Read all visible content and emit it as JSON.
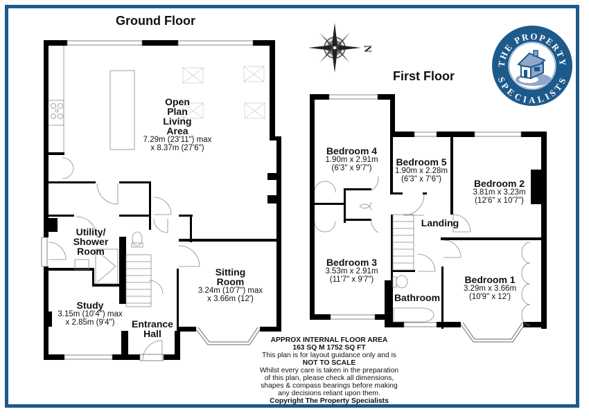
{
  "floors": {
    "ground": {
      "title": "Ground Floor",
      "rooms": [
        {
          "name_lines": [
            "Open",
            "Plan",
            "Living",
            "Area"
          ],
          "dims": [
            "7.29m (23'11\") max",
            "x 8.37m (27'6\")"
          ]
        },
        {
          "name_lines": [
            "Utility/",
            "Shower",
            "Room"
          ],
          "dims": []
        },
        {
          "name_lines": [
            "Sitting",
            "Room"
          ],
          "dims": [
            "3.24m (10'7\") max",
            "x 3.66m (12')"
          ]
        },
        {
          "name_lines": [
            "Study"
          ],
          "dims": [
            "3.15m (10'4\") max",
            "x 2.85m (9'4\")"
          ]
        },
        {
          "name_lines": [
            "Entrance",
            "Hall"
          ],
          "dims": []
        }
      ]
    },
    "first": {
      "title": "First Floor",
      "rooms": [
        {
          "name_lines": [
            "Bedroom 4"
          ],
          "dims": [
            "1.90m x 2.91m",
            "(6'3\" x 9'7\")"
          ]
        },
        {
          "name_lines": [
            "Bedroom 5"
          ],
          "dims": [
            "1.90m x 2.28m",
            "(6'3\" x 7'6\")"
          ]
        },
        {
          "name_lines": [
            "Bedroom 2"
          ],
          "dims": [
            "3.81m x 3.23m",
            "(12'6\" x 10'7\")"
          ]
        },
        {
          "name_lines": [
            "Landing"
          ],
          "dims": []
        },
        {
          "name_lines": [
            "Bedroom 3"
          ],
          "dims": [
            "3.53m x 2.91m",
            "(11'7\" x 9'7\")"
          ]
        },
        {
          "name_lines": [
            "Bathroom"
          ],
          "dims": []
        },
        {
          "name_lines": [
            "Bedroom 1"
          ],
          "dims": [
            "3.29m x 3.66m",
            "(10'9\" x 12')"
          ]
        }
      ]
    }
  },
  "compass": {
    "icon": "compass-rose-icon",
    "north_label": "N"
  },
  "logo": {
    "icon": "house-logo-icon",
    "top_text": "THE PROPERTY",
    "bottom_text": "SPECIALISTS"
  },
  "notes": {
    "area_heading": "APPROX INTERNAL FLOOR AREA",
    "area_value": "163 SQ M 1752 SQ FT",
    "guidance": "This plan is for layout guidance only and is",
    "scale": "NOT TO SCALE",
    "disclaimer_lines": [
      "Whilst every care is taken in the preparation",
      "of this plan, please check all dimensions,",
      "shapes & compass bearings before making",
      "any decisions reliant upon them."
    ],
    "copyright": "Copyright The Property Specialists"
  },
  "colors": {
    "frame": "#1d5a8c",
    "wall": "#000000",
    "logo_blue": "#1d5a8c",
    "logo_light": "#8fa7c9"
  }
}
